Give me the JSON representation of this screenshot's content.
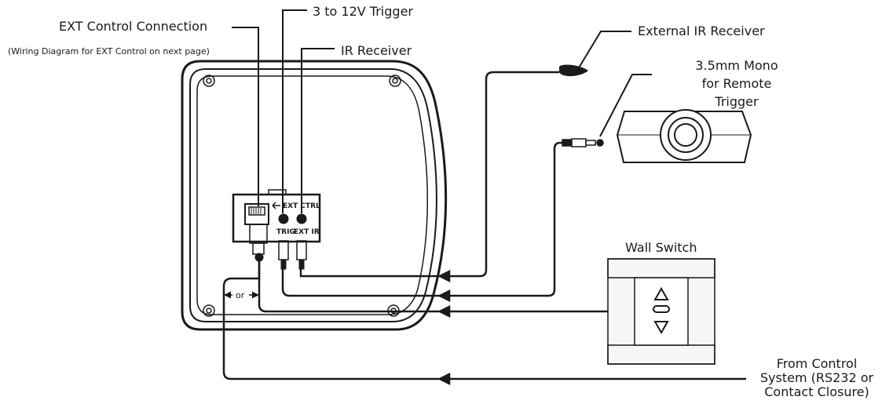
{
  "labels": {
    "ext_control_connection": "EXT Control Connection",
    "wiring_note": "(Wiring Diagram for EXT Control on next page)",
    "trigger_3_12v": "3 to 12V Trigger",
    "ir_receiver": "IR Receiver",
    "external_ir_receiver": "External IR Receiver",
    "mono_35mm_line1": "3.5mm Mono",
    "mono_35mm_line2": "for Remote",
    "mono_35mm_line3": "Trigger",
    "wall_switch": "Wall Switch",
    "from_control_line1": "From Control",
    "from_control_line2": "System (RS232 or",
    "from_control_line3": "Contact Closure)"
  },
  "panel_text": {
    "ext_ctrl": "EXT CTRL",
    "trig": "TRIG",
    "ext_ir": "EXT IR",
    "or": "or"
  },
  "colors": {
    "line": "#1a1a1a",
    "background": "#ffffff",
    "device_fill": "#f6f6f6"
  }
}
